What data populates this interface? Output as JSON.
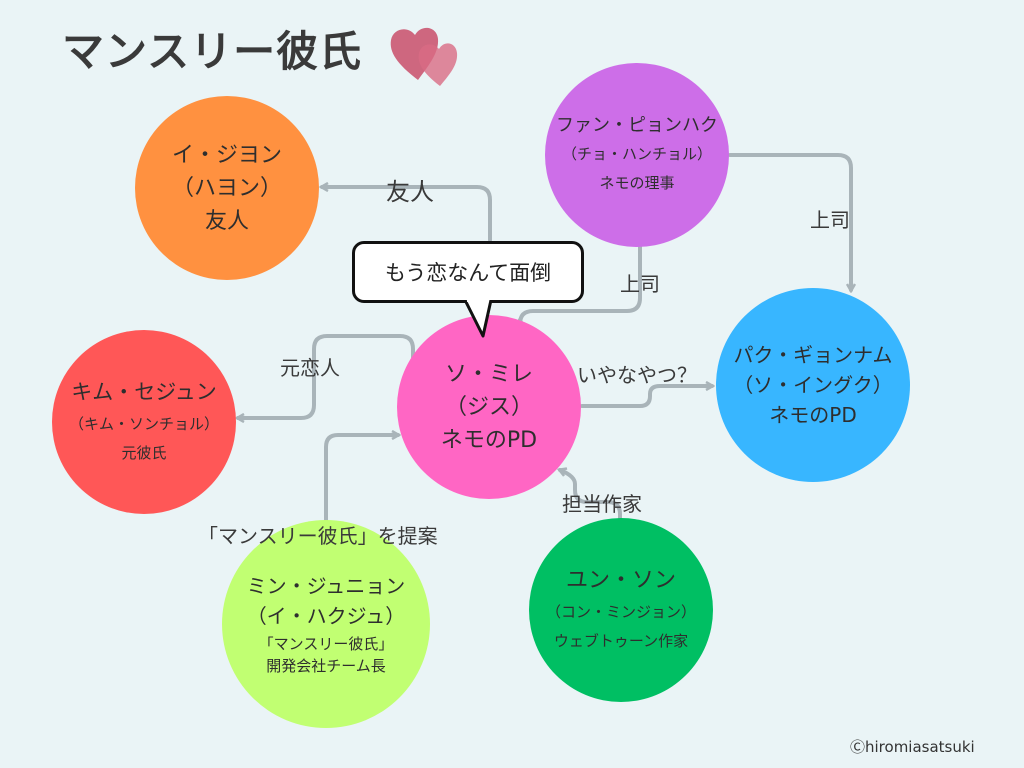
{
  "title": "マンスリー彼氏",
  "credit": "Ⓒhiromiasatsuki",
  "speech_bubble": "もう恋なんて面倒",
  "nodes": {
    "lee_jiyeon": {
      "l1": "イ・ジヨン",
      "l2": "（ハヨン）",
      "l3": "友人",
      "color": "#ff9140"
    },
    "hwang": {
      "l1": "ファン・ピョンハク",
      "l2": "（チョ・ハンチョル）",
      "l3": "ネモの理事",
      "color": "#cd6ee8"
    },
    "kim": {
      "l1": "キム・セジュン",
      "l2": "（キム・ソンチョル）",
      "l3": "元彼氏",
      "color": "#ff5757"
    },
    "seo": {
      "l1": "ソ・ミレ",
      "l2": "（ジス）",
      "l3": "ネモのPD",
      "color": "#ff66c4"
    },
    "park": {
      "l1": "パク・ギョンナム",
      "l2": "（ソ・イングク）",
      "l3": "ネモのPD",
      "color": "#38b6ff"
    },
    "min": {
      "l1": "ミン・ジュニョン",
      "l2": "（イ・ハクジュ）",
      "l3a": "「マンスリー彼氏」",
      "l3b": "開発会社チーム長",
      "color": "#c1ff72"
    },
    "yun": {
      "l1": "ユン・ソン",
      "l2": "（コン・ミンジョン）",
      "l3": "ウェブトゥーン作家",
      "color": "#00bf63"
    }
  },
  "edges": {
    "friend": "友人",
    "boss1": "上司",
    "boss2": "上司",
    "ex": "元恋人",
    "dislike": "いやなやつ？",
    "writer": "担当作家",
    "proposal": "「マンスリー彼氏」を提案"
  },
  "colors": {
    "connector": "#a9b4b9",
    "background": "#eaf4f6"
  }
}
